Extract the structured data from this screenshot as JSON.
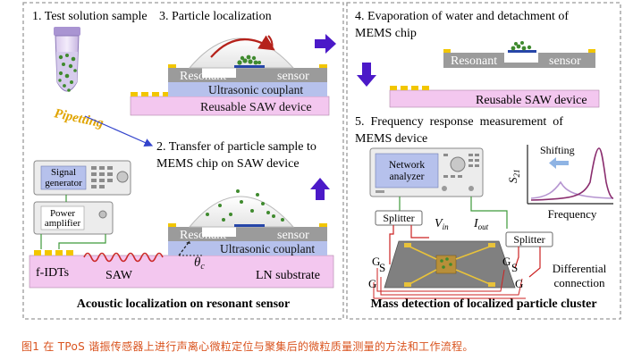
{
  "left_panel": {
    "step1": "1. Test solution sample",
    "step3": "3. Particle localization",
    "pipetting": "Pipetting",
    "step2_line1": "2. Transfer of particle sample to",
    "step2_line2": "MEMS chip on SAW device",
    "resonant": "Resonant",
    "sensor": "sensor",
    "couplant": "Ultrasonic couplant",
    "reusable": "Reusable SAW device",
    "signal_generator_line1": "Signal",
    "signal_generator_line2": "generator",
    "power_amp_line1": "Power",
    "power_amp_line2": "amplifier",
    "fidts": "f-IDTs",
    "saw": "SAW",
    "theta": "θ",
    "theta_sub": "c",
    "ln_substrate": "LN substrate",
    "footer": "Acoustic localization on resonant sensor"
  },
  "right_panel": {
    "step4_line1": "4. Evaporation of water and detachment of",
    "step4_line2": "MEMS chip",
    "resonant": "Resonant",
    "sensor": "sensor",
    "reusable": "Reusable SAW device",
    "step5_line1": "5.  Frequency  response  measurement  of",
    "step5_line2": "MEMS device",
    "analyzer_line1": "Network",
    "analyzer_line2": "analyzer",
    "plot_ylabel": "S",
    "plot_ylabel_sub": "21",
    "plot_shift": "Shifting",
    "plot_xlabel": "Frequency",
    "splitter_left": "Splitter",
    "splitter_right": "Splitter",
    "vin": "V",
    "vin_sub": "in",
    "iout": "I",
    "iout_sub": "out",
    "differential_line1": "Differential",
    "differential_line2": "connection",
    "g": "G",
    "s": "S",
    "footer": "Mass detection of localized particle cluster"
  },
  "caption": "图1 在 TPoS 谐振传感器上进行声离心微粒定位与聚集后的微粒质量测量的方法和工作流程。",
  "colors": {
    "pink_substrate": "#f3c7ef",
    "blue_couplant": "#b6c1ec",
    "gray_chip": "#9b9b9b",
    "gold_electrode": "#f2c600",
    "arrow_purple": "#4b19c8",
    "caption": "#d9531e",
    "plot_curve_original": "#8a2d6e",
    "plot_curve_shifted": "#b594d0"
  }
}
